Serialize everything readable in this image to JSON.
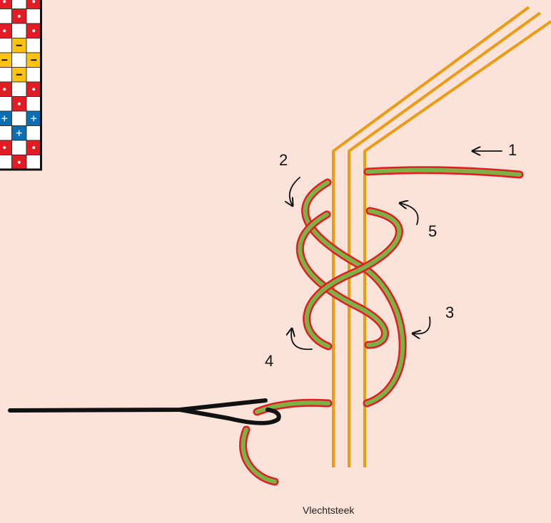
{
  "caption": "Vlechtsteek",
  "steps": [
    {
      "label": "1"
    },
    {
      "label": "2"
    },
    {
      "label": "3"
    },
    {
      "label": "4"
    },
    {
      "label": "5"
    }
  ],
  "grid": {
    "rows": [
      [
        "r",
        "w",
        "r"
      ],
      [
        "w",
        "r",
        "w"
      ],
      [
        "r",
        "w",
        "r"
      ],
      [
        "w",
        "y",
        "w"
      ],
      [
        "y",
        "w",
        "y"
      ],
      [
        "w",
        "y",
        "w"
      ],
      [
        "r",
        "w",
        "r"
      ],
      [
        "w",
        "r",
        "w"
      ],
      [
        "b",
        "w",
        "b"
      ],
      [
        "w",
        "b",
        "w"
      ],
      [
        "r",
        "w",
        "r"
      ],
      [
        "w",
        "r",
        "w"
      ]
    ],
    "legend_colors": {
      "r": "#e31b23",
      "y": "#ffc20e",
      "b": "#0a6eb4",
      "w": "#ffffff"
    },
    "legend_symbols": {
      "r": "•",
      "y": "−",
      "b": "+",
      "w": ""
    }
  },
  "colors": {
    "background": "#fce3d9",
    "warp_thread": "#ec9b17",
    "yarn_fill": "#7db145",
    "yarn_edge": "#e31b23",
    "needle": "#111111",
    "arrow": "#111111"
  }
}
